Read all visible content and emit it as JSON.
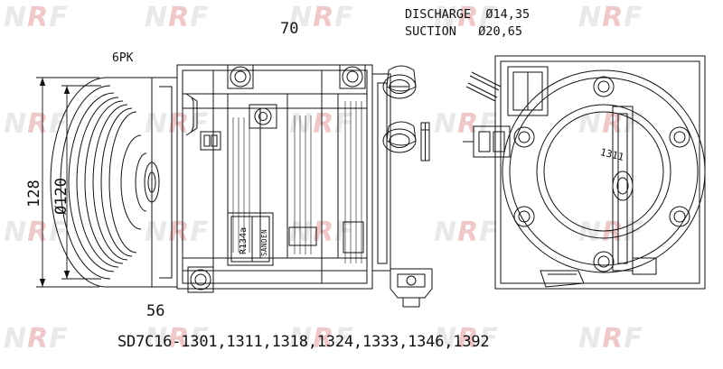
{
  "image": {
    "title": "SD7C16-1301,1311,1318,1324,1333,1346,1392",
    "watermark_text_left": "NR",
    "watermark_text_right": "F"
  },
  "annotations": {
    "discharge": "DISCHARGE  Ø14,35",
    "suction": "SUCTION   Ø20,65",
    "belt": "6PK",
    "dim_top": "70",
    "dim_left_outer": "128",
    "dim_left_inner": "Ø120",
    "dim_bottom": "56",
    "casting_number": "1311",
    "refrigerant": "R134a",
    "brand_small": "SANDEN"
  },
  "colors": {
    "line": "#111111",
    "watermark_gray": "#e9e9e9",
    "watermark_red": "#efc9c9",
    "background": "#ffffff"
  }
}
